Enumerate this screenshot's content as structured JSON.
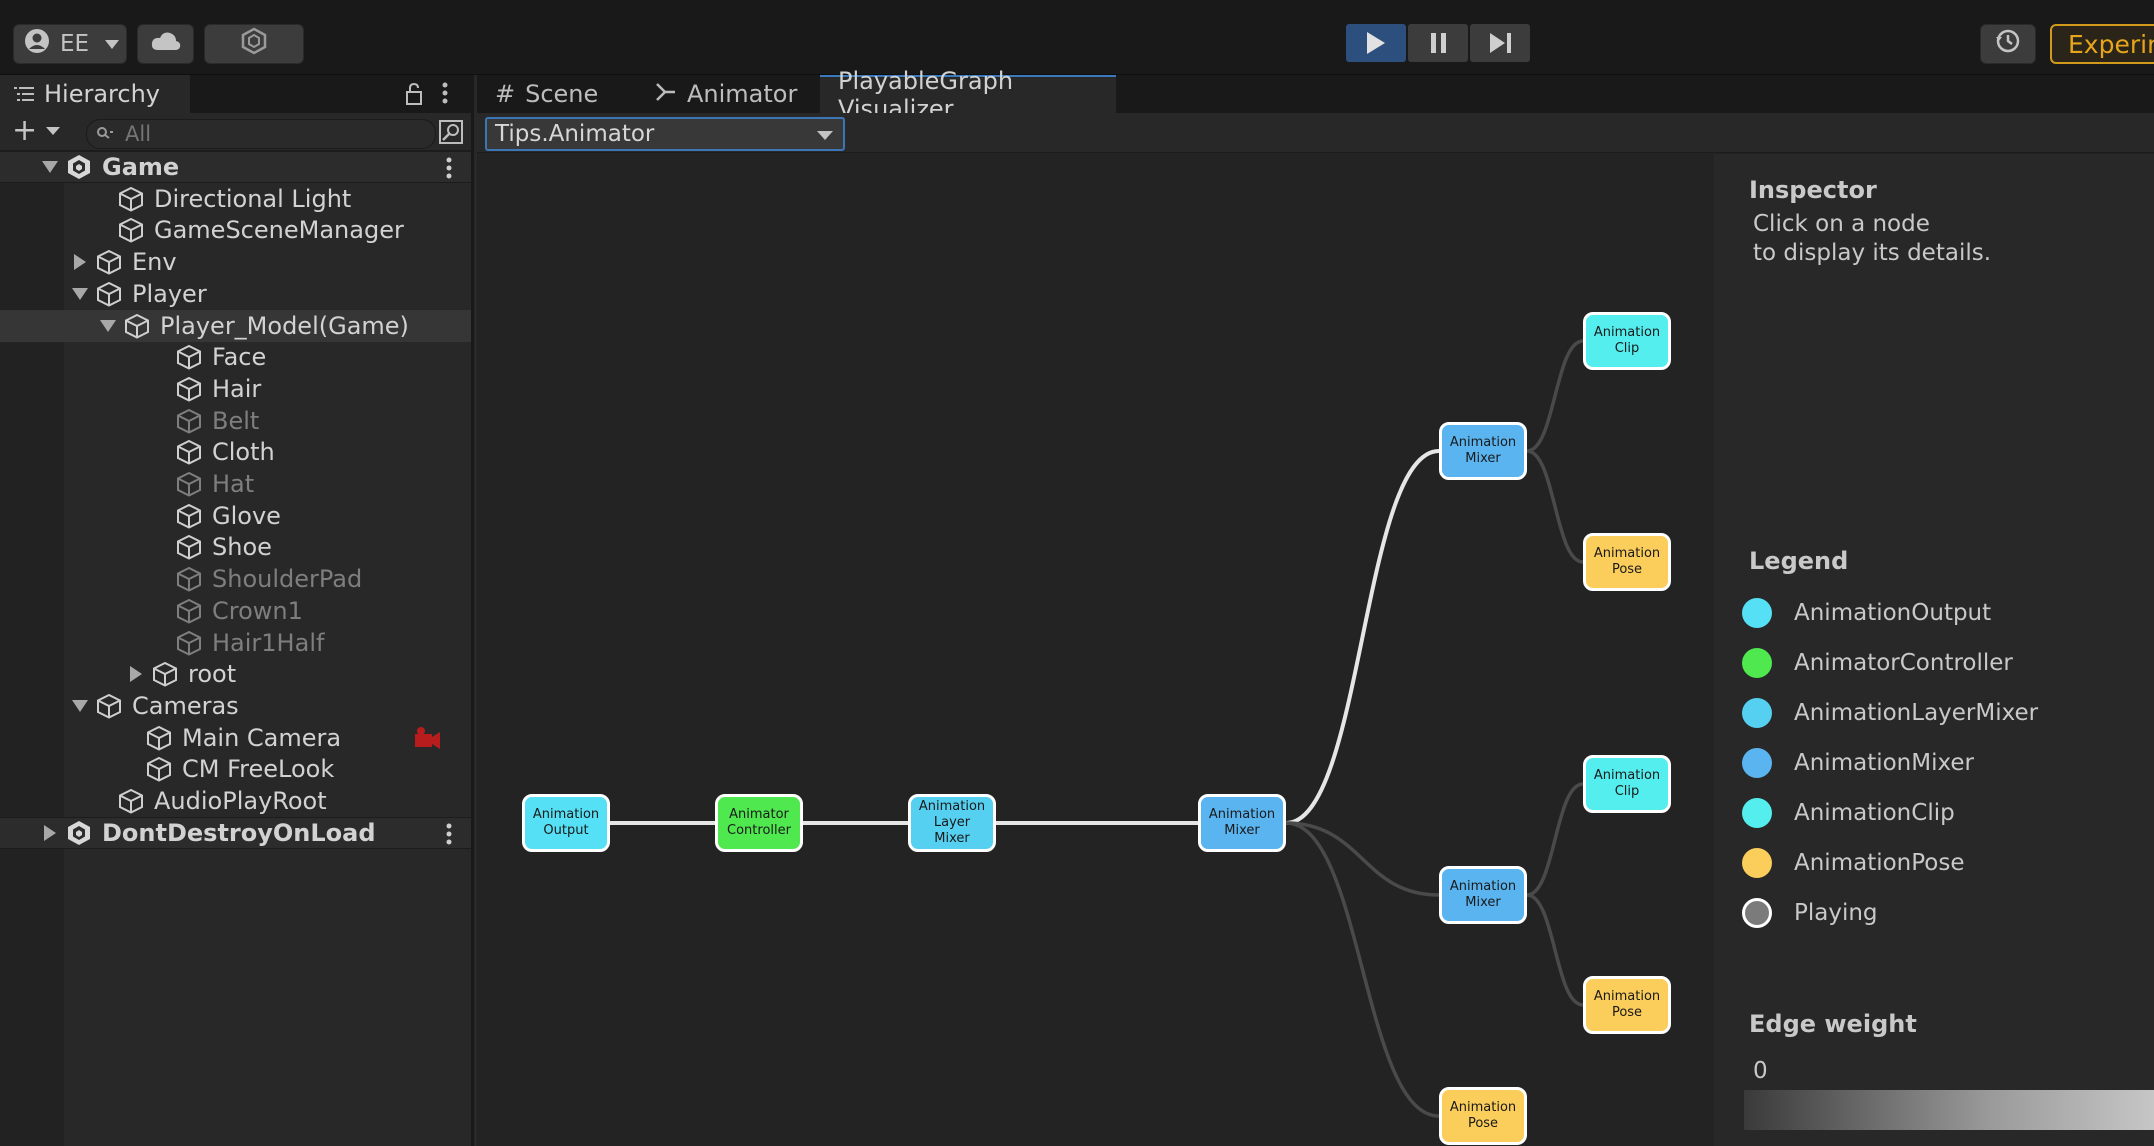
{
  "toolbar": {
    "account_label": "EE",
    "experimental_label": "Experim"
  },
  "hierarchy": {
    "tab_title": "Hierarchy",
    "search_placeholder": "All",
    "rows": [
      {
        "label": "Game"
      },
      {
        "label": "Directional Light"
      },
      {
        "label": "GameSceneManager"
      },
      {
        "label": "Env"
      },
      {
        "label": "Player"
      },
      {
        "label": "Player_Model(Game)"
      },
      {
        "label": "Face"
      },
      {
        "label": "Hair"
      },
      {
        "label": "Belt"
      },
      {
        "label": "Cloth"
      },
      {
        "label": "Hat"
      },
      {
        "label": "Glove"
      },
      {
        "label": "Shoe"
      },
      {
        "label": "ShoulderPad"
      },
      {
        "label": "Crown1"
      },
      {
        "label": "Hair1Half"
      },
      {
        "label": "root"
      },
      {
        "label": "Cameras"
      },
      {
        "label": "Main Camera"
      },
      {
        "label": "CM FreeLook"
      },
      {
        "label": "AudioPlayRoot"
      },
      {
        "label": "DontDestroyOnLoad"
      }
    ]
  },
  "tabs": {
    "scene": "Scene",
    "animator": "Animator",
    "playable": "PlayableGraph Visualizer"
  },
  "graph_select": {
    "value": "Tips.Animator"
  },
  "graph": {
    "nodes": [
      {
        "line1": "Animation",
        "line2": "Output",
        "line3": "",
        "type": "AnimationOutput"
      },
      {
        "line1": "Animator",
        "line2": "Controller",
        "line3": "",
        "type": "AnimatorController"
      },
      {
        "line1": "Animation",
        "line2": "Layer",
        "line3": "Mixer",
        "type": "AnimationLayerMixer"
      },
      {
        "line1": "Animation",
        "line2": "Mixer",
        "line3": "",
        "type": "AnimationMixer"
      },
      {
        "line1": "Animation",
        "line2": "Mixer",
        "line3": "",
        "type": "AnimationMixer"
      },
      {
        "line1": "Animation",
        "line2": "Clip",
        "line3": "",
        "type": "AnimationClip"
      },
      {
        "line1": "Animation",
        "line2": "Pose",
        "line3": "",
        "type": "AnimationPose"
      },
      {
        "line1": "Animation",
        "line2": "Mixer",
        "line3": "",
        "type": "AnimationMixer"
      },
      {
        "line1": "Animation",
        "line2": "Clip",
        "line3": "",
        "type": "AnimationClip"
      },
      {
        "line1": "Animation",
        "line2": "Pose",
        "line3": "",
        "type": "AnimationPose"
      },
      {
        "line1": "Animation",
        "line2": "Pose",
        "line3": "",
        "type": "AnimationPose"
      }
    ]
  },
  "inspector": {
    "title": "Inspector",
    "message_line1": "Click on a node",
    "message_line2": "to display its details.",
    "legend_title": "Legend",
    "legend": [
      {
        "label": "AnimationOutput",
        "color": "#55e0f5"
      },
      {
        "label": "AnimatorController",
        "color": "#4fe84f"
      },
      {
        "label": "AnimationLayerMixer",
        "color": "#55d0f0"
      },
      {
        "label": "AnimationMixer",
        "color": "#5ab4f0"
      },
      {
        "label": "AnimationClip",
        "color": "#55eeee"
      },
      {
        "label": "AnimationPose",
        "color": "#fbcd5b"
      },
      {
        "label": "Playing",
        "color": "#7b7b7b"
      }
    ],
    "edge_weight_title": "Edge weight",
    "edge_weight_value": "0"
  },
  "colors": {
    "accent": "#3d76b6",
    "experimental": "#d29a1b"
  }
}
